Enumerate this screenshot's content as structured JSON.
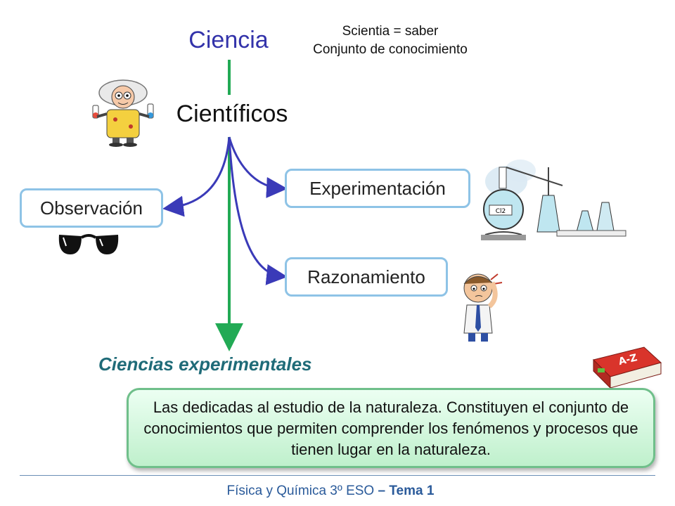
{
  "title": "Ciencia",
  "etymology": {
    "line1": "Scientia = saber",
    "line2": "Conjunto de conocimiento"
  },
  "subject": "Científicos",
  "methods": {
    "observation": "Observación",
    "experimentation": "Experimentación",
    "reasoning": "Razonamiento"
  },
  "heading": "Ciencias experimentales",
  "definition": "Las dedicadas al estudio de la naturaleza. Constituyen el conjunto de conocimientos que permiten comprender los fenómenos y procesos que tienen lugar en la naturaleza.",
  "footer": {
    "text": "Física y Química 3º ESO",
    "separator": "–",
    "tema": "Tema 1"
  },
  "book_label": "A-Z",
  "flask_label": "Cl2",
  "colors": {
    "title": "#3333aa",
    "arrow_green": "#22aa55",
    "arrow_blue": "#3a3ab8",
    "box_border": "#8ec3e6",
    "heading": "#1f6b78",
    "footer": "#2a5a9a"
  }
}
